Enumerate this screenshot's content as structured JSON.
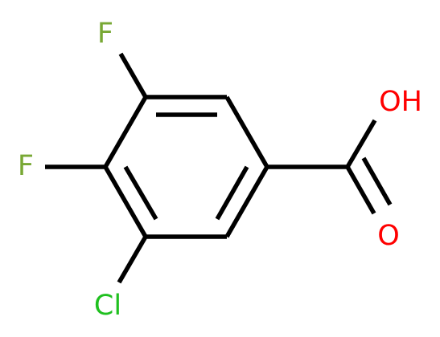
{
  "molecule": {
    "atoms": {
      "f_top": {
        "text": "F",
        "color": "#78a834"
      },
      "f_left": {
        "text": "F",
        "color": "#78a834"
      },
      "cl": {
        "text": "Cl",
        "color": "#1fc01f"
      },
      "oh": {
        "text": "OH",
        "color": "#ff0000"
      },
      "o": {
        "text": "O",
        "color": "#ff0000"
      }
    },
    "bond_color": "#000000"
  }
}
